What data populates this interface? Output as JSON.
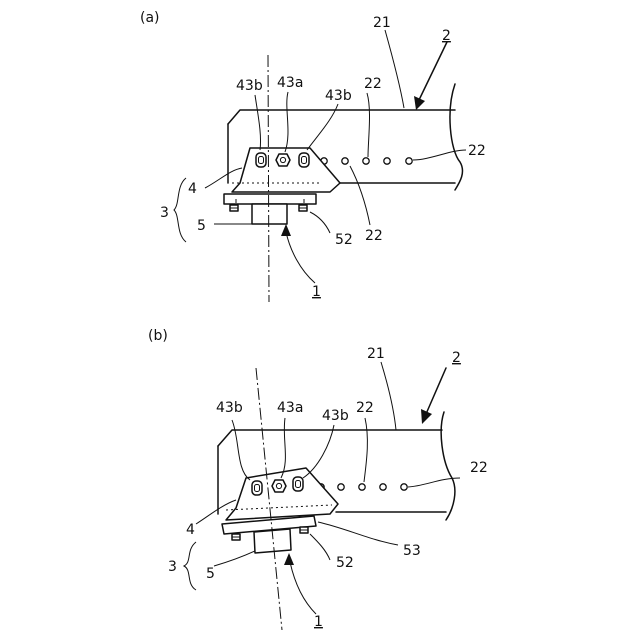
{
  "panel_a": {
    "caption": "(a)",
    "labels": {
      "rail": "21",
      "rail_assembly": "2",
      "hole_top": "22",
      "hole_right": "22",
      "hole_bottom": "22",
      "bolt_center": "43a",
      "bolt_left": "43b",
      "bolt_right": "43b",
      "bracket": "4",
      "assembly": "3",
      "post": "5",
      "fastener": "52",
      "column": "1"
    }
  },
  "panel_b": {
    "caption": "(b)",
    "labels": {
      "rail": "21",
      "rail_assembly": "2",
      "hole_top": "22",
      "hole_right": "22",
      "bolt_center": "43a",
      "bolt_left": "43b",
      "bolt_right": "43b",
      "bracket": "4",
      "assembly": "3",
      "post": "5",
      "fastener": "52",
      "spacer": "53",
      "column": "1"
    }
  }
}
